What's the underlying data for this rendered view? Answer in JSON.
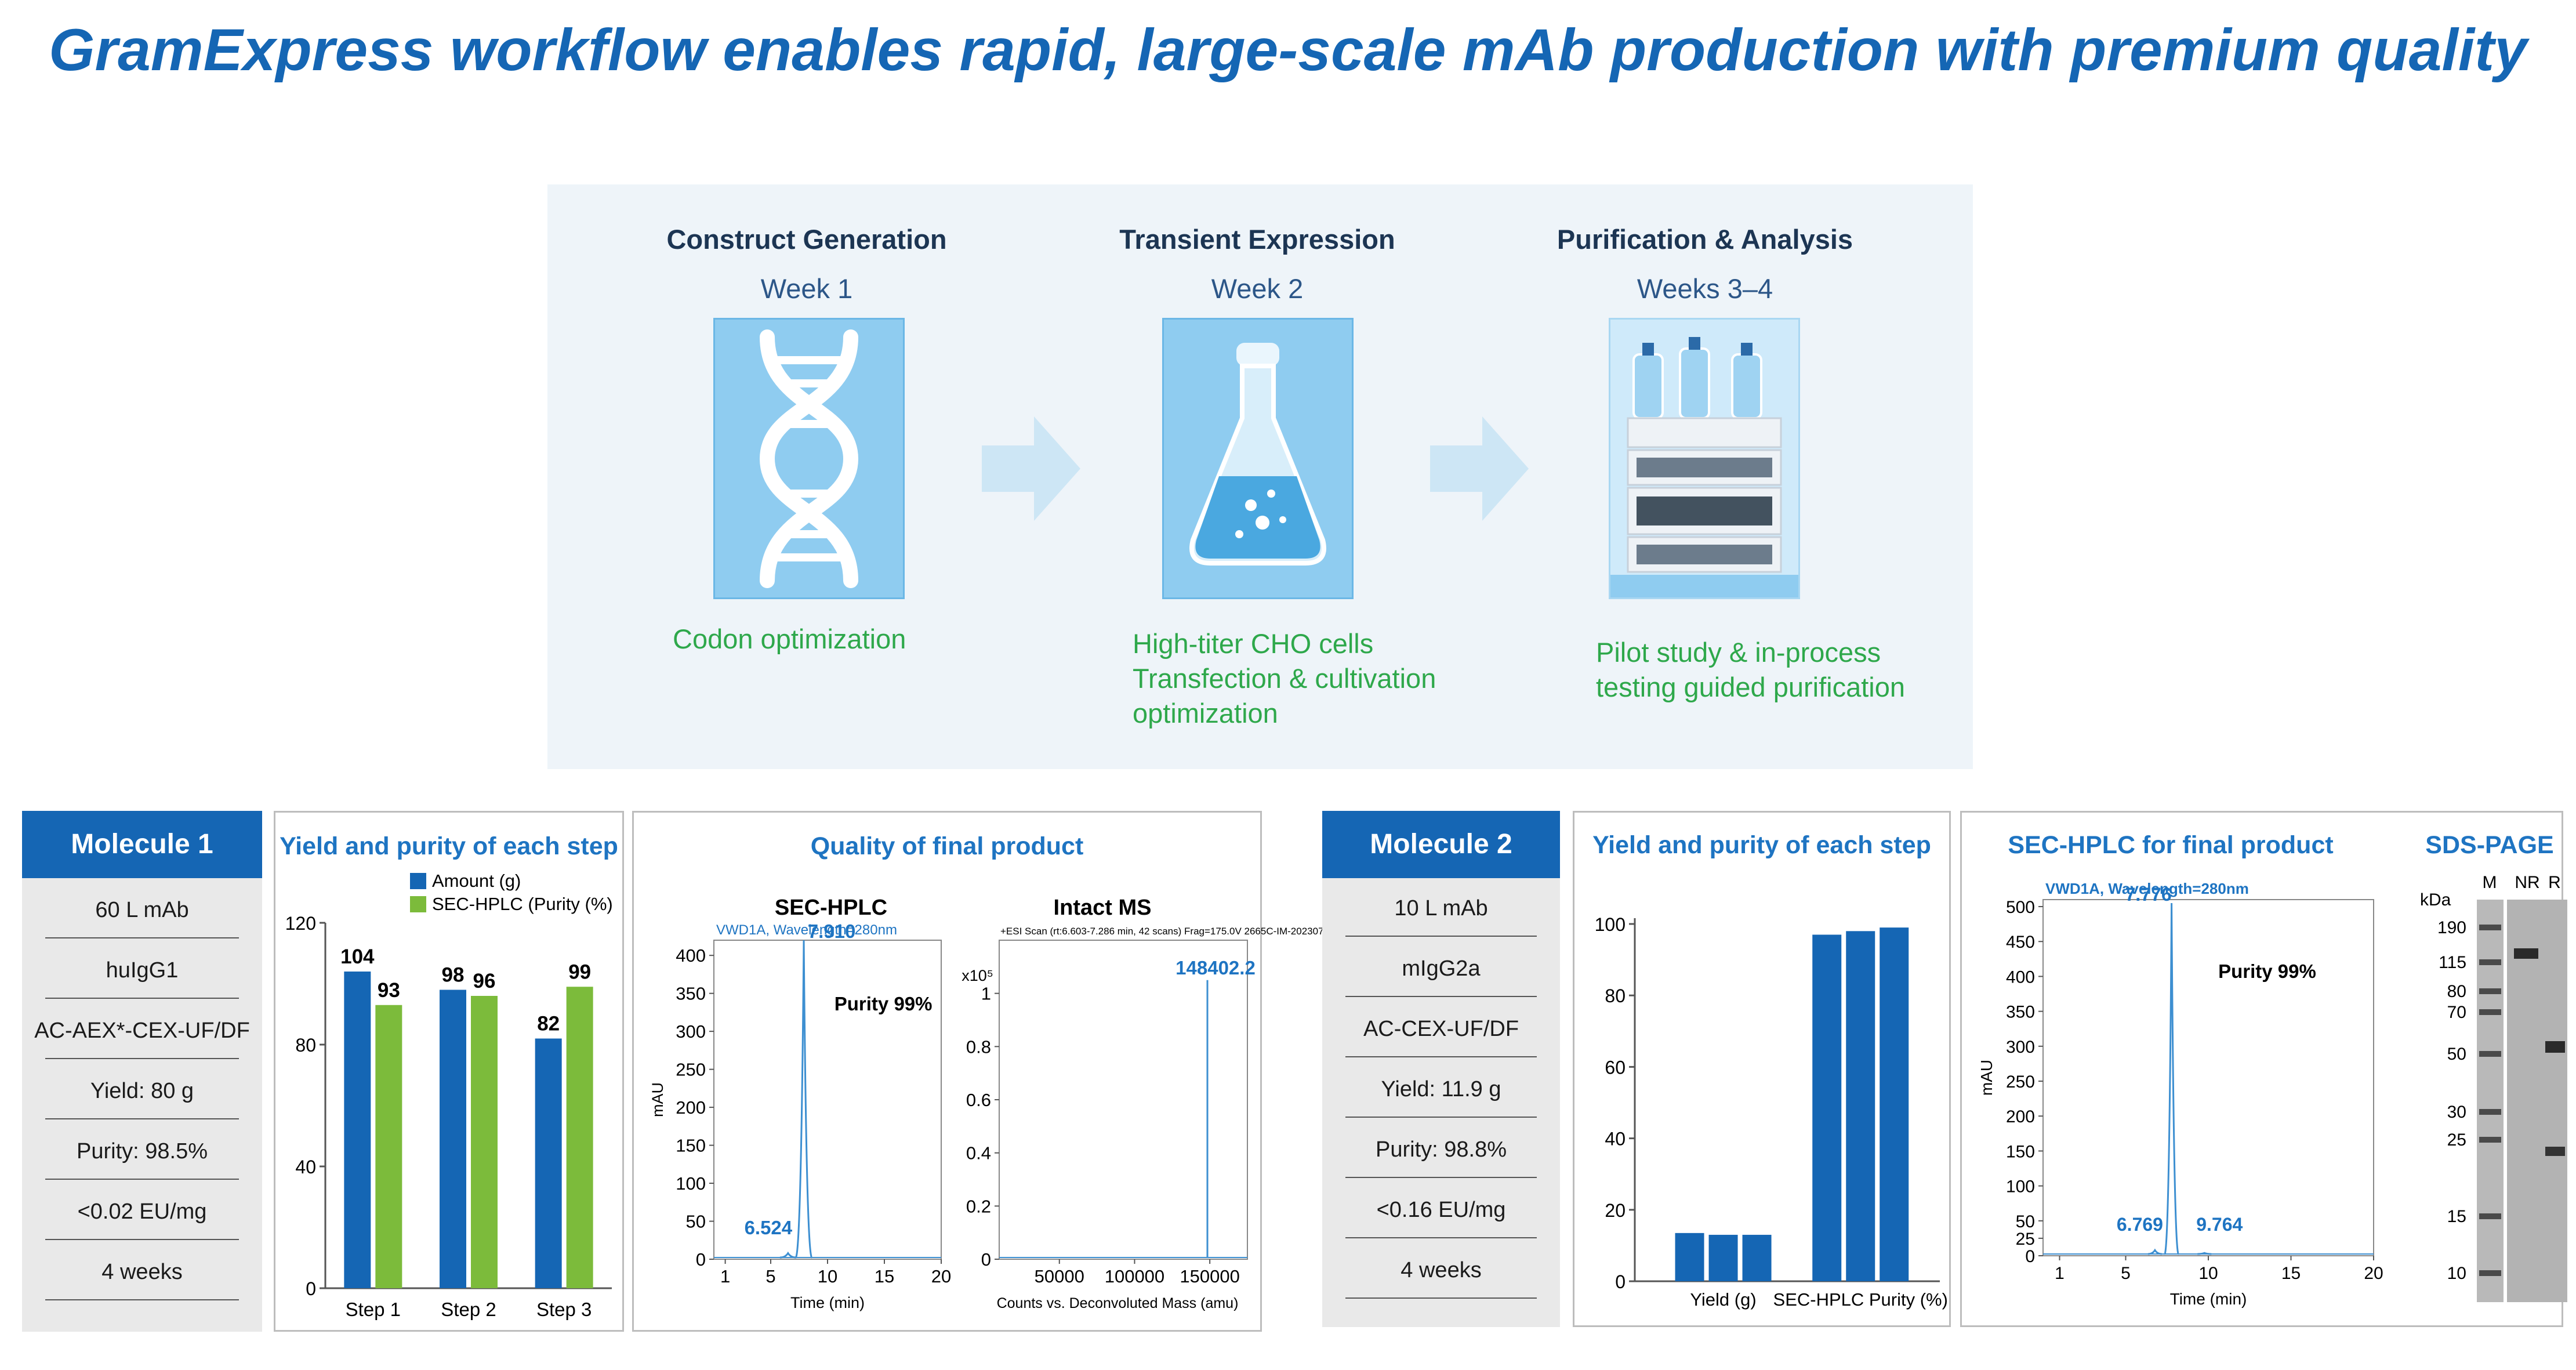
{
  "title": "GramExpress workflow enables rapid, large-scale mAb production with premium quality",
  "workflow": [
    {
      "title": "Construct Generation",
      "week": "Week 1",
      "icon": "dna-icon",
      "desc": [
        "Codon optimization"
      ]
    },
    {
      "title": "Transient Expression",
      "week": "Week 2",
      "icon": "flask-icon",
      "desc": [
        "High-titer CHO cells",
        "Transfection & cultivation",
        "optimization"
      ]
    },
    {
      "title": "Purification & Analysis",
      "week": "Weeks 3–4",
      "icon": "hplc-instrument-icon",
      "desc": [
        "Pilot study & in-process",
        "testing guided purification"
      ]
    }
  ],
  "molecule1": {
    "header": "Molecule 1",
    "attrs": [
      "60 L mAb",
      "huIgG1",
      "AC-AEX*-CEX-UF/DF",
      "Yield: 80 g",
      "Purity: 98.5%",
      "<0.02 EU/mg",
      "4 weeks"
    ]
  },
  "molecule2": {
    "header": "Molecule 2",
    "attrs": [
      "10 L mAb",
      "mIgG2a",
      "AC-CEX-UF/DF",
      "Yield: 11.9 g",
      "Purity: 98.8%",
      "<0.16 EU/mg",
      "4 weeks"
    ]
  },
  "m1_yield_card": {
    "title": "Yield and purity of each step"
  },
  "m1_quality_card": {
    "title": "Quality of final product"
  },
  "m2_yield_card": {
    "title": "Yield and purity of each step"
  },
  "m2_sec_card": {
    "title": "SEC-HPLC for final product"
  },
  "m2_sds_card": {
    "title": "SDS-PAGE"
  },
  "colors": {
    "blue": "#1566b4",
    "green": "#7cbb3b",
    "trace": "#3d8fd1",
    "accent_text": "#1e74c2"
  },
  "chart_data": [
    {
      "id": "m1-yield",
      "type": "bar",
      "categories": [
        "Step 1",
        "Step 2",
        "Step 3"
      ],
      "series": [
        {
          "name": "Amount (g)",
          "values": [
            104,
            98,
            82
          ],
          "color": "#1566b4"
        },
        {
          "name": "SEC-HPLC (Purity (%)",
          "values": [
            93,
            96,
            99
          ],
          "color": "#7cbb3b"
        }
      ],
      "data_labels": true,
      "ylim": [
        0,
        120
      ],
      "yticks": [
        0,
        40,
        80,
        120
      ],
      "legend": "top-right"
    },
    {
      "id": "m1-sec",
      "type": "line",
      "title": "SEC-HPLC",
      "subtitle": "VWD1A, Wavelength=280nm",
      "xlabel": "Time (min)",
      "ylabel": "mAU",
      "xlim": [
        0,
        20
      ],
      "xticks": [
        1,
        5,
        10,
        15,
        20
      ],
      "ylim": [
        0,
        420
      ],
      "yticks": [
        0,
        50,
        100,
        150,
        200,
        250,
        300,
        350,
        400
      ],
      "peaks": [
        {
          "x": 6.524,
          "y": 8,
          "label": "6.524"
        },
        {
          "x": 7.91,
          "y": 420,
          "label": "7.910"
        }
      ],
      "annotation": "Purity 99%"
    },
    {
      "id": "m1-ms",
      "type": "line",
      "title": "Intact MS",
      "subtitle": "+ESI Scan (rt:6.603-7.286 min, 42 scans) Frag=175.0V 2665C-IM-202307",
      "xlabel": "Counts vs. Deconvoluted Mass (amu)",
      "y_multiplier": "x10⁵",
      "xlim": [
        10000,
        175000
      ],
      "xticks": [
        50000,
        100000,
        150000
      ],
      "ylim": [
        0,
        1.2
      ],
      "yticks": [
        0,
        0.2,
        0.4,
        0.6,
        0.8,
        1
      ],
      "peaks": [
        {
          "x": 148402.2,
          "y": 1.05,
          "label": "148402.2"
        }
      ]
    },
    {
      "id": "m2-yield",
      "type": "bar",
      "categories": [
        "Yield (g)",
        "SEC-HPLC Purity (%)"
      ],
      "groups": [
        [
          13.5,
          13,
          13
        ],
        [
          97,
          98,
          99
        ]
      ],
      "ylim": [
        0,
        100
      ],
      "yticks": [
        0,
        20,
        40,
        60,
        80,
        100
      ]
    },
    {
      "id": "m2-sec",
      "type": "line",
      "subtitle": "VWD1A, Wavelength=280nm",
      "xlabel": "Time (min)",
      "ylabel": "mAU",
      "xlim": [
        0,
        20
      ],
      "xticks": [
        1,
        5,
        10,
        15,
        20
      ],
      "ylim": [
        0,
        510
      ],
      "yticks": [
        0,
        25,
        50,
        100,
        150,
        200,
        250,
        300,
        350,
        400,
        450,
        500
      ],
      "peaks": [
        {
          "x": 6.769,
          "y": 8,
          "label": "6.769"
        },
        {
          "x": 7.776,
          "y": 505,
          "label": "7.776"
        },
        {
          "x": 9.764,
          "y": 4,
          "label": "9.764"
        }
      ],
      "annotation": "Purity 99%"
    },
    {
      "id": "m2-sds",
      "type": "table",
      "unit": "kDa",
      "lanes": [
        "M",
        "NR",
        "R"
      ],
      "markers": [
        "190",
        "115",
        "80",
        "70",
        "50",
        "30",
        "25",
        "15",
        "10"
      ]
    }
  ]
}
